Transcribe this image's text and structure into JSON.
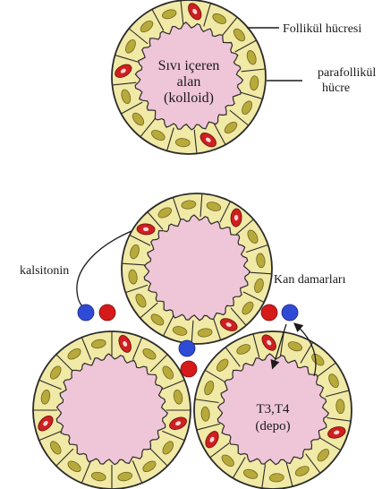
{
  "labels": {
    "follicle_cell": "Follikül hücresi",
    "colloid_line1": "Sıvı içeren",
    "colloid_line2": "alan",
    "colloid_line3": "(kolloid)",
    "parafollicular_line1": "parafollikül",
    "parafollicular_line2": "hücre",
    "calcitonin": "kalsitonin",
    "blood_vessels": "Kan damarları",
    "hormones_line1": "T3,T4",
    "hormones_line2": "(depo)"
  },
  "colors": {
    "cell_fill": "#f1e9a6",
    "outline": "#2b2b2b",
    "nucleus": "#b8aa3a",
    "colloid": "#efc6d8",
    "parafollicular": "#cf1f1f",
    "blue_dot": "#2f4bd6",
    "red_dot": "#d61a1a"
  },
  "follicles": [
    {
      "id": "top",
      "cx": 0,
      "cy": 0
    }
  ]
}
